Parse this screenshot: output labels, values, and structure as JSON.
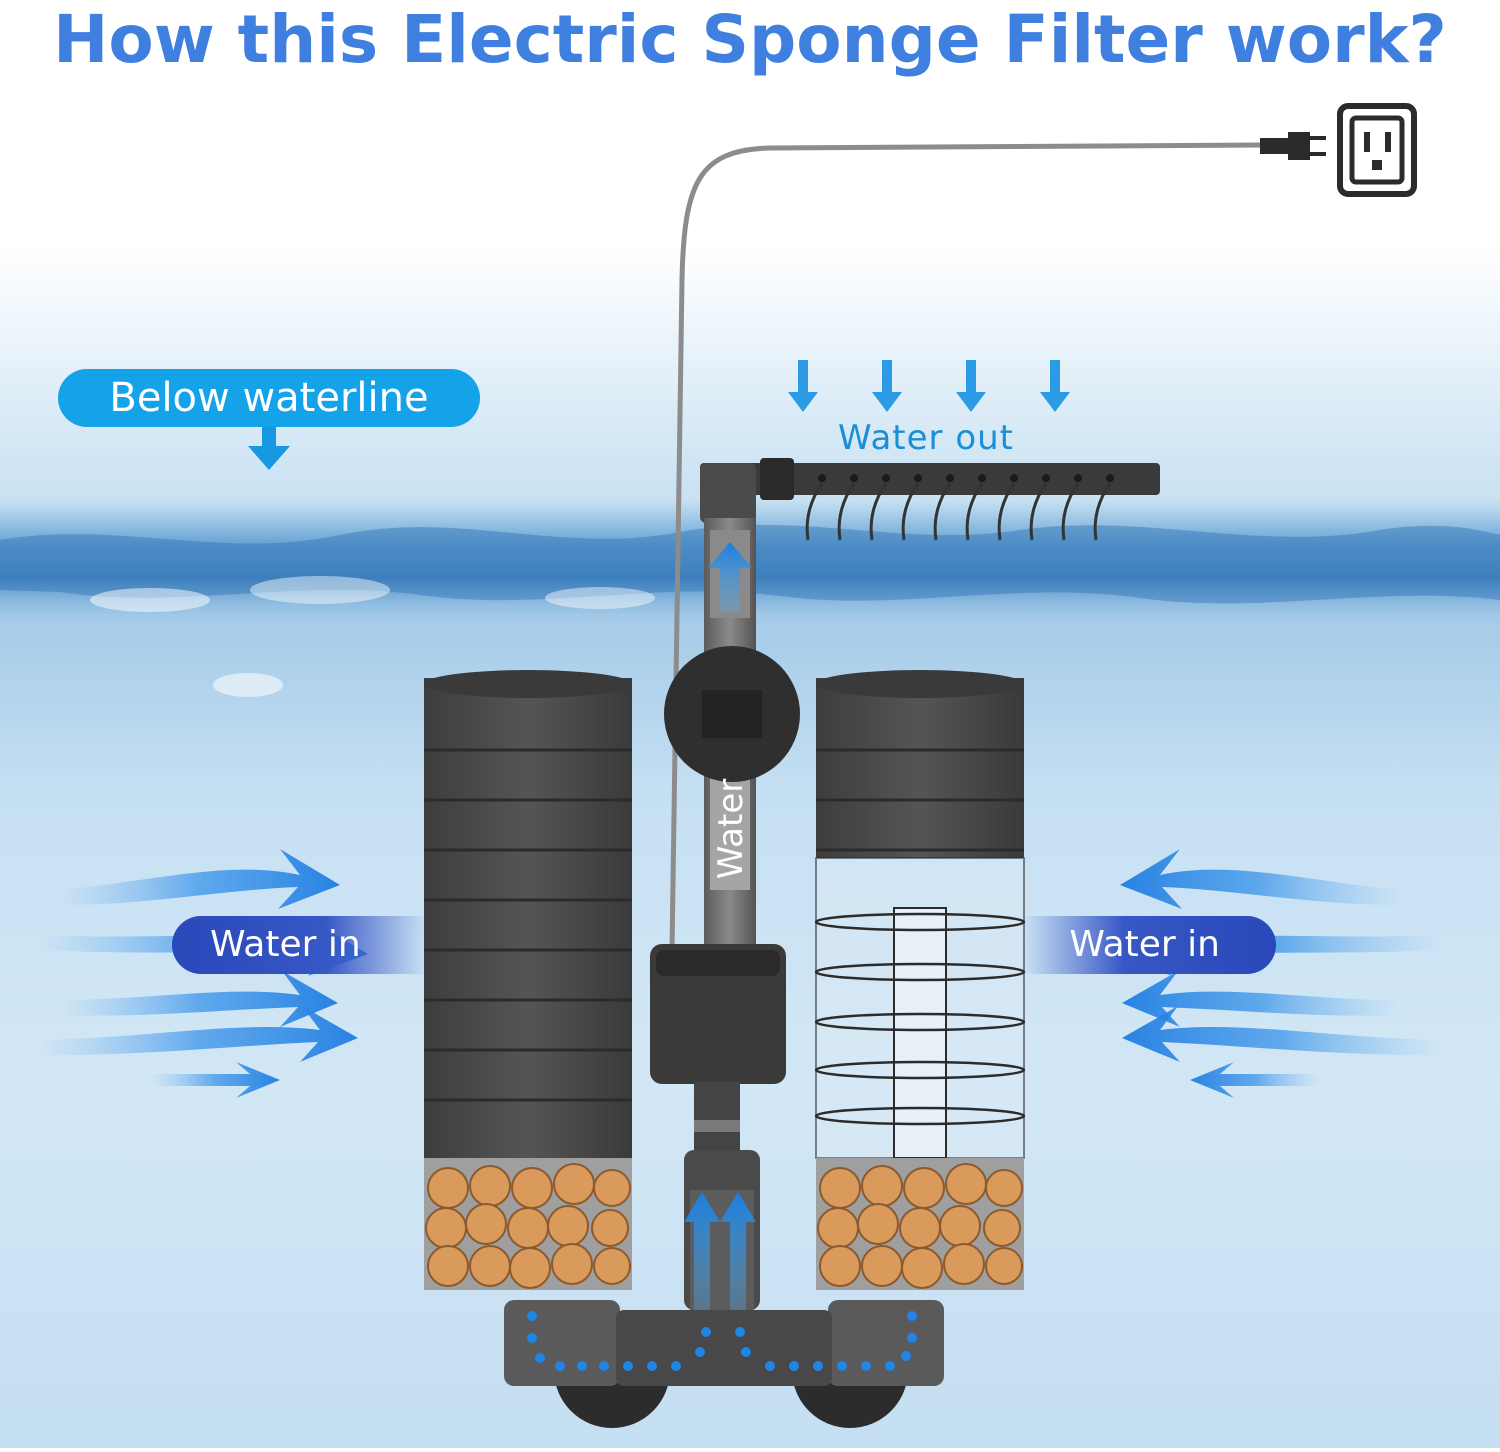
{
  "title": "How this Electric Sponge Filter work?",
  "labels": {
    "below_waterline": "Below waterline",
    "water_out": "Water out",
    "water_in_left": "Water in",
    "water_in_right": "Water in",
    "water_pipe": "Water"
  },
  "colors": {
    "title": "#3f7fdf",
    "pill_light": "#14a3e8",
    "pill_dark": "#2a48b9",
    "sponge": "#4b4b4b",
    "ceramic": "#d99a5c",
    "flow_blue": "#1f86e6"
  },
  "icons": [
    "wall-outlet-icon",
    "power-plug-icon",
    "down-arrow-icon",
    "up-arrow-icon",
    "flow-arrow-icon"
  ]
}
